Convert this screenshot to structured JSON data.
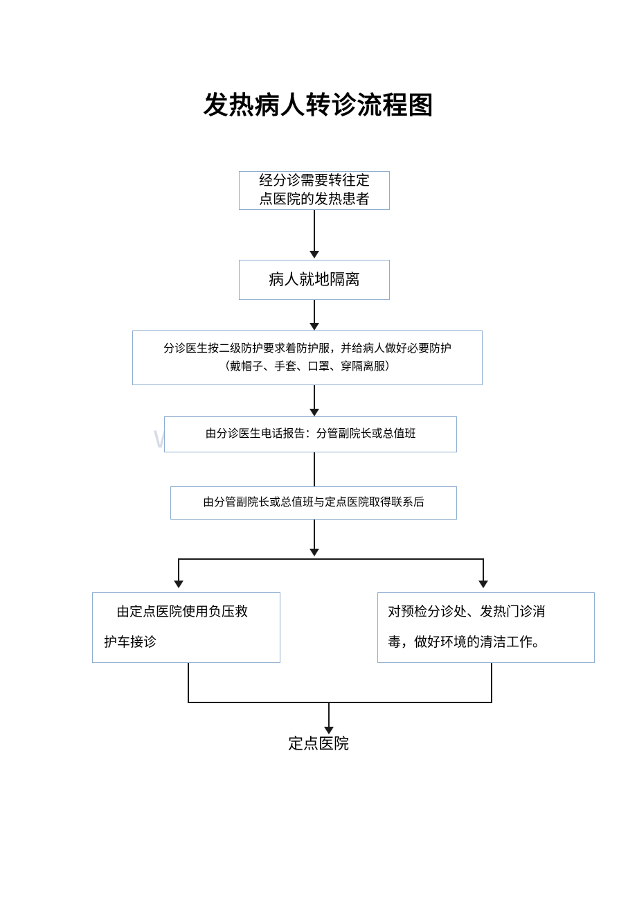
{
  "document": {
    "title": "发热病人转诊流程图",
    "watermark": "www.zixin.com.cn"
  },
  "chart_data": {
    "type": "flowchart",
    "title": "发热病人转诊流程图",
    "orientation": "top-to-bottom",
    "nodes": [
      {
        "id": "n1",
        "label": "经分诊需要转往定点医院的发热患者",
        "shape": "rectangle"
      },
      {
        "id": "n2",
        "label": "病人就地隔离",
        "shape": "rectangle"
      },
      {
        "id": "n3",
        "label": "分诊医生按二级防护要求着防护服，并给病人做好必要防护（戴帽子、手套、口罩、穿隔离服）",
        "shape": "rectangle"
      },
      {
        "id": "n4",
        "label": "由分诊医生电话报告：分管副院长或总值班",
        "shape": "rectangle"
      },
      {
        "id": "n5",
        "label": "由分管副院长或总值班与定点医院取得联系后",
        "shape": "rectangle"
      },
      {
        "id": "n6",
        "label": "由定点医院使用负压救护车接诊",
        "shape": "rectangle"
      },
      {
        "id": "n7",
        "label": "对预检分诊处、发热门诊消毒，做好环境的清洁工作。",
        "shape": "rectangle"
      },
      {
        "id": "n8",
        "label": "定点医院",
        "shape": "text"
      }
    ],
    "edges": [
      {
        "from": "n1",
        "to": "n2",
        "arrow": true
      },
      {
        "from": "n2",
        "to": "n3",
        "arrow": true
      },
      {
        "from": "n3",
        "to": "n4",
        "arrow": true
      },
      {
        "from": "n4",
        "to": "n5",
        "arrow": false
      },
      {
        "from": "n5",
        "to": "n6",
        "arrow": true
      },
      {
        "from": "n5",
        "to": "n7",
        "arrow": true
      },
      {
        "from": "n6",
        "to": "n8",
        "arrow": true
      },
      {
        "from": "n7",
        "to": "n8",
        "arrow": true
      }
    ],
    "colors": {
      "box_border": "#8eadd0",
      "box_fill": "#ffffff",
      "connector": "#1a1a1a",
      "text": "#000000",
      "watermark": "#d6dce8",
      "page_background": "#ffffff"
    }
  },
  "nodes": {
    "n1": {
      "line1": "经分诊需要转往定",
      "line2": "点医院的发热患者"
    },
    "n2": {
      "line1": "病人就地隔离"
    },
    "n3": {
      "line1": "分诊医生按二级防护要求着防护服，并给病人做好必要防护",
      "line2": "（戴帽子、手套、口罩、穿隔离服）"
    },
    "n4": {
      "line1": "由分诊医生电话报告：分管副院长或总值班"
    },
    "n5": {
      "line1": "由分管副院长或总值班与定点医院取得联系后"
    },
    "n6": {
      "line1": "由定点医院使用负压救",
      "line2": "护车接诊"
    },
    "n7": {
      "line1": "对预检分诊处、发热门诊消",
      "line2": "毒，做好环境的清洁工作。"
    },
    "n8": {
      "line1": "定点医院"
    }
  }
}
